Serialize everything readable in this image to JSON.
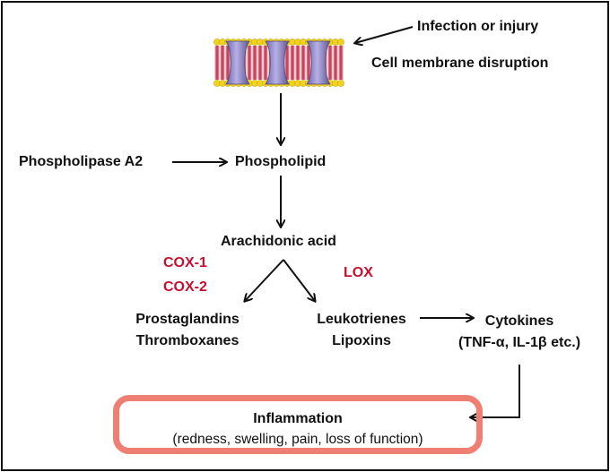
{
  "trigger": {
    "infection": "Infection or injury",
    "disruption": "Cell membrane disruption"
  },
  "nodes": {
    "phospholipase": "Phospholipase A2",
    "phospholipid": "Phospholipid",
    "arachidonic": "Arachidonic acid",
    "prostaglandins": "Prostaglandins",
    "thromboxanes": "Thromboxanes",
    "leukotrienes": "Leukotrienes",
    "lipoxins": "Lipoxins",
    "cytokines": "Cytokines",
    "cytokines_detail": "(TNF-α, IL-1β etc.)"
  },
  "enzymes": {
    "cox1": "COX-1",
    "cox2": "COX-2",
    "lox": "LOX"
  },
  "outcome": {
    "title": "Inflammation",
    "detail": "(redness, swelling, pain, loss of function)"
  },
  "colors": {
    "enzyme_text": "#c8102e",
    "outcome_border": "#f07f73",
    "channel_protein": "#8f86c9",
    "lipid_head": "#f2d21c",
    "lipid_tail": "#c8445e"
  },
  "icons": {
    "membrane": "cell-membrane-icon"
  }
}
